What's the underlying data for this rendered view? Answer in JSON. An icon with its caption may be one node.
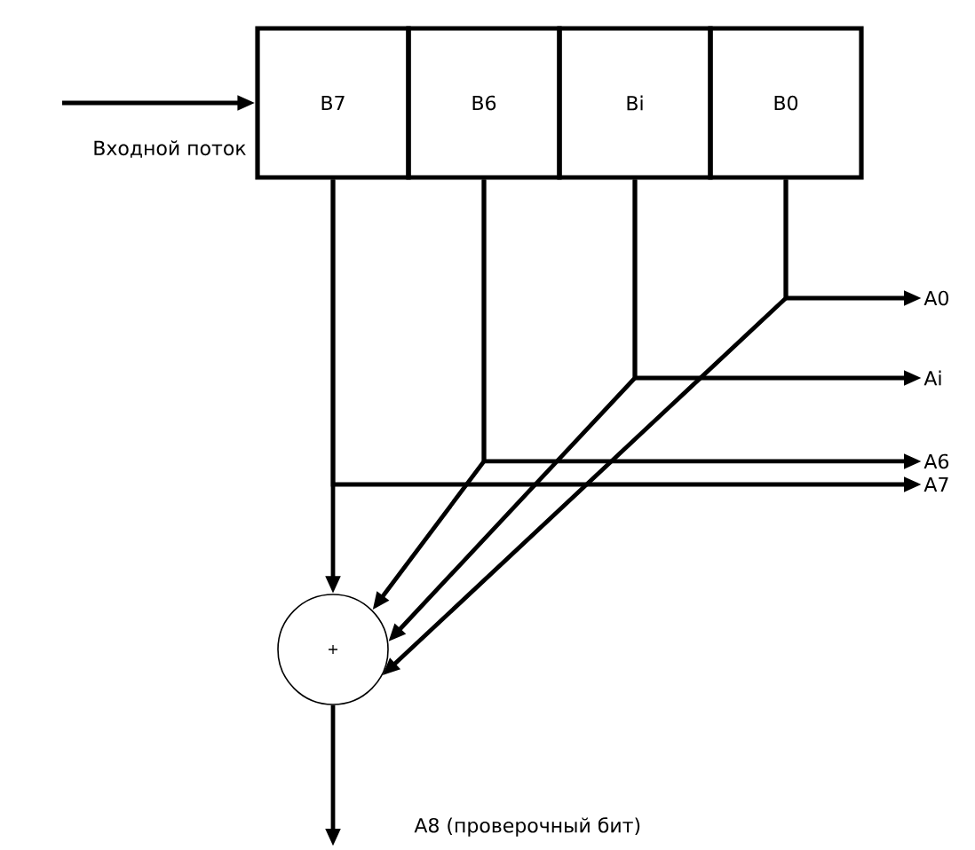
{
  "diagram": {
    "nodes": [
      {
        "text": [
          "B7"
        ]
      },
      {
        "text": [
          "B6"
        ]
      },
      {
        "text": [
          "Bi"
        ]
      },
      {
        "text": [
          "B0"
        ]
      },
      {
        "text": [
          "+"
        ]
      },
      {
        "text": [
          "A0"
        ]
      },
      {
        "text": [
          "Ai"
        ]
      },
      {
        "text": [
          "A6"
        ]
      },
      {
        "text": [
          "A7"
        ]
      }
    ],
    "edges": [
      {
        "from": null,
        "to": 0,
        "arrow": "to",
        "label": "Входной поток"
      },
      {
        "from": 3,
        "to": 5,
        "arrow": "to"
      },
      {
        "from": 3,
        "to": 4,
        "arrow": "to"
      },
      {
        "from": 2,
        "to": 6,
        "arrow": "to"
      },
      {
        "from": 2,
        "to": 4,
        "arrow": "to"
      },
      {
        "from": 1,
        "to": 7,
        "arrow": "to"
      },
      {
        "from": 1,
        "to": 4,
        "arrow": "to"
      },
      {
        "from": 0,
        "to": 8,
        "arrow": "to"
      },
      {
        "from": 0,
        "to": 4,
        "arrow": "to"
      },
      {
        "from": 4,
        "to": null,
        "arrow": "to",
        "label": "A8 (проверочный бит)"
      }
    ]
  }
}
